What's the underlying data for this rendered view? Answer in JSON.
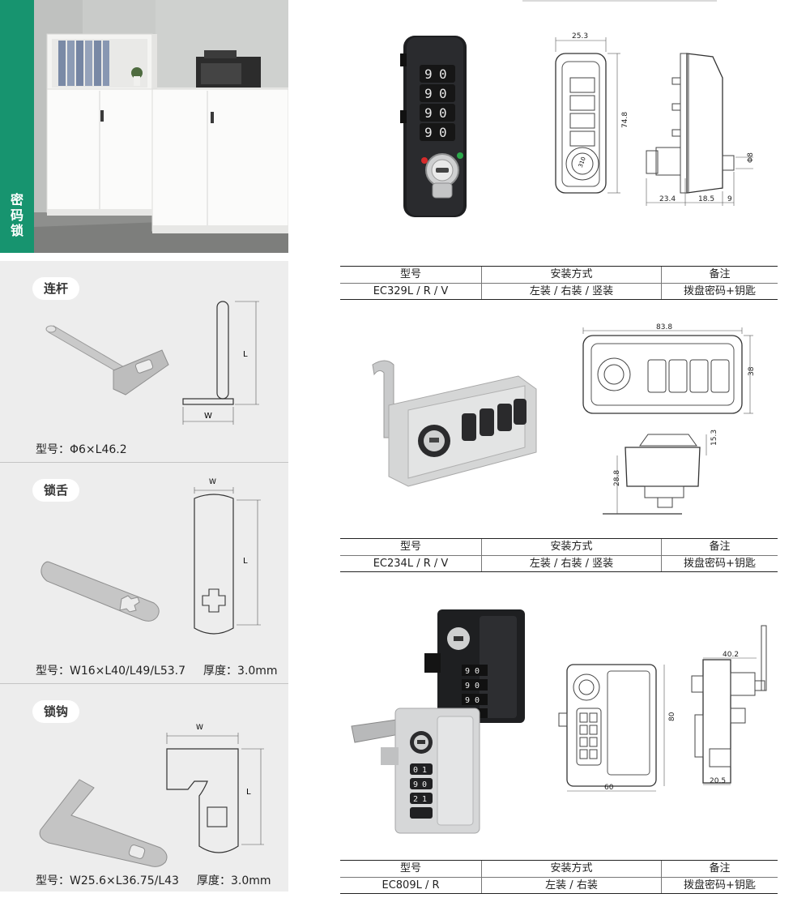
{
  "category": {
    "label": "密码锁"
  },
  "accessories": [
    {
      "title": "连杆",
      "spec": "型号：Φ6×L46.2",
      "thickness": "",
      "dims": {
        "length": "L",
        "width": "W"
      }
    },
    {
      "title": "锁舌",
      "spec": "型号：W16×L40/L49/L53.7",
      "thickness": "厚度：3.0mm",
      "dims": {
        "length": "L",
        "width": "W"
      }
    },
    {
      "title": "锁钩",
      "spec": "型号：W25.6×L36.75/L43",
      "thickness": "厚度：3.0mm",
      "dims": {
        "length": "L",
        "width": "W"
      }
    }
  ],
  "table_headers": {
    "model": "型号",
    "install": "安装方式",
    "remark": "备注"
  },
  "products": [
    {
      "model": "EC329L / R / V",
      "install": "左装 / 右装 / 竖装",
      "remark": "拨盘密码+钥匙",
      "dial_digits": [
        "9",
        "0"
      ],
      "badge": "310",
      "dims": {
        "width": "25.3",
        "height": "74.8",
        "depth_a": "23.4",
        "depth_b": "18.5",
        "depth_c": "9",
        "diameter": "Φ8"
      }
    },
    {
      "model": "EC234L / R / V",
      "install": "左装 / 右装 / 竖装",
      "remark": "拨盘密码+钥匙",
      "dims": {
        "width": "83.8",
        "height": "38",
        "depth_a": "15.3",
        "depth_b": "28.8"
      }
    },
    {
      "model": "EC809L / R",
      "install": "左装 / 右装",
      "remark": "拨盘密码+钥匙",
      "dial_digits": [
        "9",
        "0",
        "1",
        "2"
      ],
      "dims": {
        "width": "60",
        "height": "80",
        "depth_a": "40.2",
        "depth_b": "20.5"
      }
    }
  ],
  "colors": {
    "accent": "#17946f",
    "panel": "#ededed",
    "lock_black": "#1e1f21",
    "lock_grey": "#d5d6d6"
  }
}
